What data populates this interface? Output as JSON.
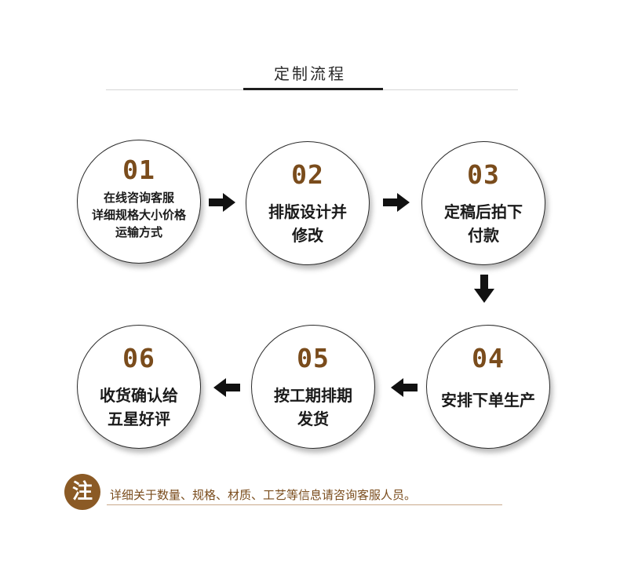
{
  "header": {
    "title": "定制流程"
  },
  "steps": [
    {
      "number": "01",
      "lines": [
        "在线咨询客服",
        "详细规格大小价格",
        "运输方式"
      ]
    },
    {
      "number": "02",
      "lines": [
        "排版设计并",
        "修改"
      ]
    },
    {
      "number": "03",
      "lines": [
        "定稿后拍下",
        "付款"
      ]
    },
    {
      "number": "04",
      "lines": [
        "安排下单生产"
      ]
    },
    {
      "number": "05",
      "lines": [
        "按工期排期",
        "发货"
      ]
    },
    {
      "number": "06",
      "lines": [
        "收货确认给",
        "五星好评"
      ]
    }
  ],
  "note": {
    "badge": "注",
    "text": "详细关于数量、规格、材质、工艺等信息请咨询客服人员。"
  },
  "colors": {
    "accent": "#7a4c1c",
    "badge": "#8b5a25",
    "ink": "#1a1a1a"
  }
}
